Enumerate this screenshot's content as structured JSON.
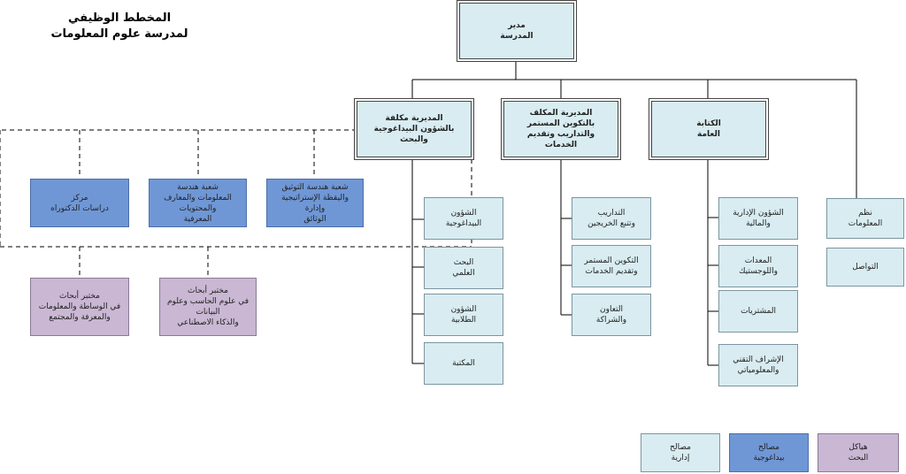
{
  "title": {
    "line1": "المخطط الوظيفي",
    "line2": "لمدرسة علوم المعلومات"
  },
  "director": "مدير\nالمدرسة",
  "directorates": {
    "pedagogy": "المديرية مكلفة\nبالشؤون البيداغوجية والبحث",
    "training": "المديرية المكلف\nبالتكوين المستمر والتداريب وتقديم\nالخدمات",
    "secretariat": "الكتابة\nالعامة"
  },
  "departments": [
    "شعبة هندسة التوثيق\nواليقظة الإستراتيجية وإدارة\nالوثائق",
    "شعبة هندسة\nالمعلومات والمعارف والمحتويات\nالمعرفية",
    "مركز\nدراسات الدكتوراه"
  ],
  "labs": [
    "مختبر أبحاث\nفي علوم الحاسب وعلوم البيانات\nوالذكاء الاصطناعي",
    "مختبر أبحاث\nفي الوساطة والمعلومات\nوالمعرفة والمجتمع"
  ],
  "pedagogy_services": [
    "الشؤون\nالبيداغوجية",
    "البحث\nالعلمي",
    "الشؤون\nالطلابية",
    "المكتبة"
  ],
  "training_services": [
    "التداريب\nوتتبع الخريجين",
    "التكوين المستمر\nوتقديم الخدمات",
    "التعاون\nوالشراكة"
  ],
  "secretariat_services": [
    "الشؤون الإدارية\nوالمالية",
    "المعدات\nواللوجستيك",
    "المشتريات",
    "الإشراف التقني\nوالمعلومياتي"
  ],
  "direct_services": [
    "نظم\nالمعلومات",
    "التواصل"
  ],
  "legend": {
    "admin": "مصالح\nإدارية",
    "pedagogic": "مصالح\nبيداغوجية",
    "research": "هياكل\nالبحث"
  },
  "colors": {
    "admin": "#d8ecf1",
    "pedagogic": "#6f97d6",
    "research": "#c9b7d3",
    "line": "#000000"
  }
}
